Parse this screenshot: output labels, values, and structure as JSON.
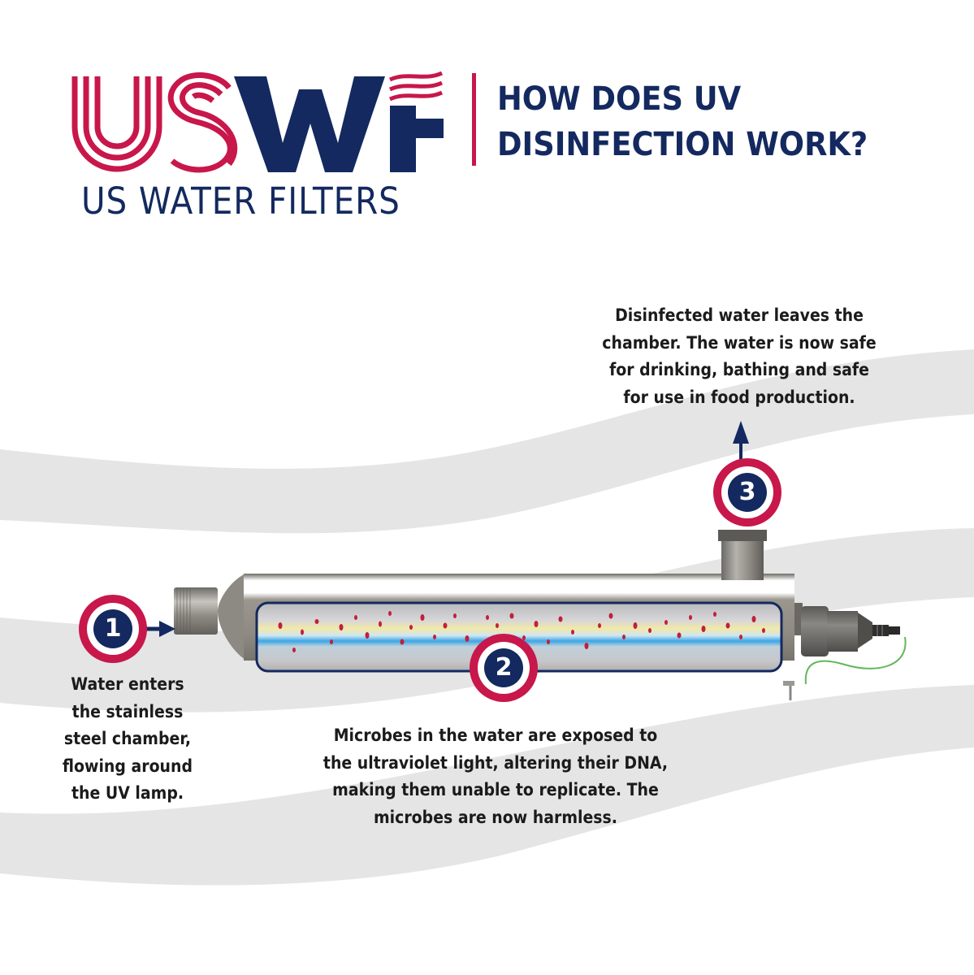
{
  "brand": {
    "logo_letters": "USWF",
    "logo_letters_red": "US",
    "logo_letters_blue": "WF",
    "subtitle": "US WATER FILTERS",
    "colors": {
      "red": "#c8174a",
      "navy": "#13295f"
    }
  },
  "header": {
    "title_line1": "HOW DOES UV",
    "title_line2": "DISINFECTION WORK?"
  },
  "diagram": {
    "device": "UV disinfection chamber (stainless steel)",
    "steps": [
      {
        "number": "1",
        "arrow": "arrow-right-icon",
        "text_lines": [
          "Water enters",
          "the stainless",
          "steel chamber,",
          "flowing around",
          "the UV lamp."
        ]
      },
      {
        "number": "2",
        "text_lines": [
          "Microbes in the water are exposed to",
          "the ultraviolet light, altering their DNA,",
          "making them unable to replicate. The",
          "microbes are now harmless."
        ]
      },
      {
        "number": "3",
        "arrow": "arrow-up-icon",
        "text_lines": [
          "Disinfected water leaves the",
          "chamber. The water is now safe",
          "for drinking, bathing and safe",
          "for use in food production."
        ]
      }
    ],
    "colors": {
      "badge_outer": "#c8174a",
      "badge_inner": "#13295f",
      "steel": "#8f8a82",
      "uv_blue": "#3aa6e6",
      "uv_yellow": "#f3e9a8",
      "microbe_red": "#c0203a",
      "ground_wire": "#5fb85a",
      "wave_band": "#e5e5e5"
    }
  }
}
